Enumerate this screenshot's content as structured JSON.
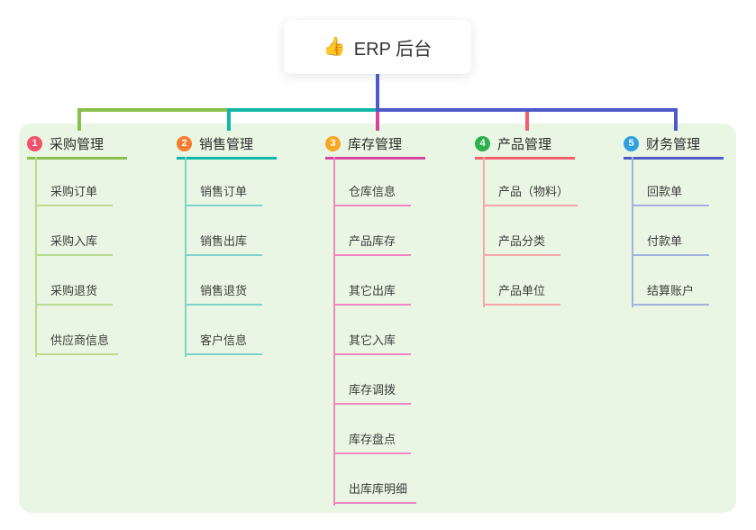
{
  "root": {
    "icon": "👍",
    "title": "ERP 后台"
  },
  "panel_color": "#e9f6e3",
  "stem_color": "#4e5ac8",
  "branches": [
    {
      "number": "1",
      "title": "采购管理",
      "badge_color": "#f4516c",
      "line_color": "#8abf4d",
      "child_line_color": "#b9db92",
      "children": [
        "采购订单",
        "采购入库",
        "采购退货",
        "供应商信息"
      ]
    },
    {
      "number": "2",
      "title": "销售管理",
      "badge_color": "#f57c2d",
      "line_color": "#12b7a8",
      "child_line_color": "#7fd3c9",
      "children": [
        "销售订单",
        "销售出库",
        "销售退货",
        "客户信息"
      ]
    },
    {
      "number": "3",
      "title": "库存管理",
      "badge_color": "#f6a723",
      "line_color": "#d6459c",
      "child_line_color": "#f286c4",
      "children": [
        "仓库信息",
        "产品库存",
        "其它出库",
        "其它入库",
        "库存调拨",
        "库存盘点",
        "出库库明细"
      ]
    },
    {
      "number": "4",
      "title": "产品管理",
      "badge_color": "#2cb14e",
      "line_color": "#f2606c",
      "child_line_color": "#f7a6ab",
      "children": [
        "产品（物料）",
        "产品分类",
        "产品单位"
      ]
    },
    {
      "number": "5",
      "title": "财务管理",
      "badge_color": "#2ea0e0",
      "line_color": "#4e5ac8",
      "child_line_color": "#a2b1dd",
      "children": [
        "回款单",
        "付款单",
        "结算账户"
      ]
    }
  ]
}
